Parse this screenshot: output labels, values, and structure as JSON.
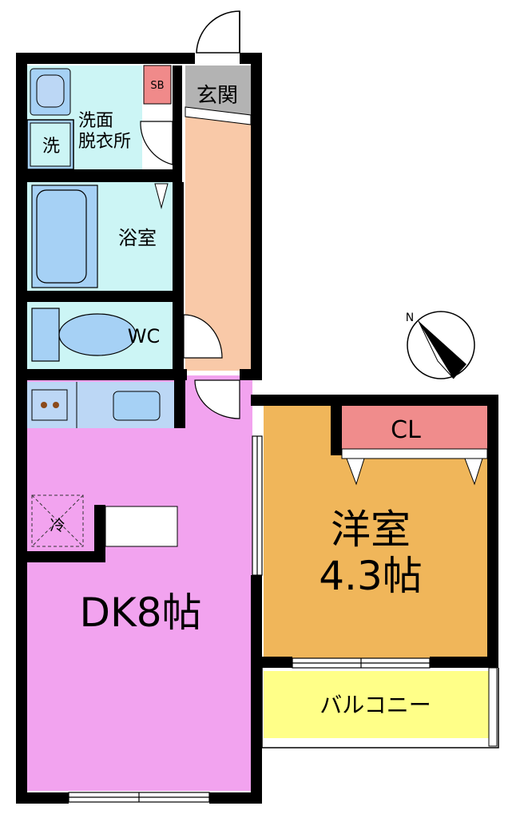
{
  "rooms": {
    "entrance": "玄関",
    "shoe_box": "SB",
    "washroom_line1": "洗面",
    "washroom_line2": "脱衣所",
    "washer": "洗",
    "bathroom": "浴室",
    "toilet": "WC",
    "fridge": "冷",
    "dk": "DK8帖",
    "closet": "CL",
    "western_line1": "洋室",
    "western_line2": "4.3帖",
    "balcony": "バルコニー"
  },
  "compass": {
    "north": "N"
  },
  "colors": {
    "wall": "#000000",
    "washroom": "#ccf5f5",
    "bathroom": "#ccf5f5",
    "toilet": "#ccf5f5",
    "hallway": "#f9c9a8",
    "entrance": "#b3b3b3",
    "shoe_box": "#f08a8a",
    "dk": "#f2a3ef",
    "western": "#f0b65a",
    "closet": "#f08c8c",
    "balcony": "#ffff88",
    "kitchen": "#bcd7f5",
    "fixture": "#a6d1f5"
  }
}
